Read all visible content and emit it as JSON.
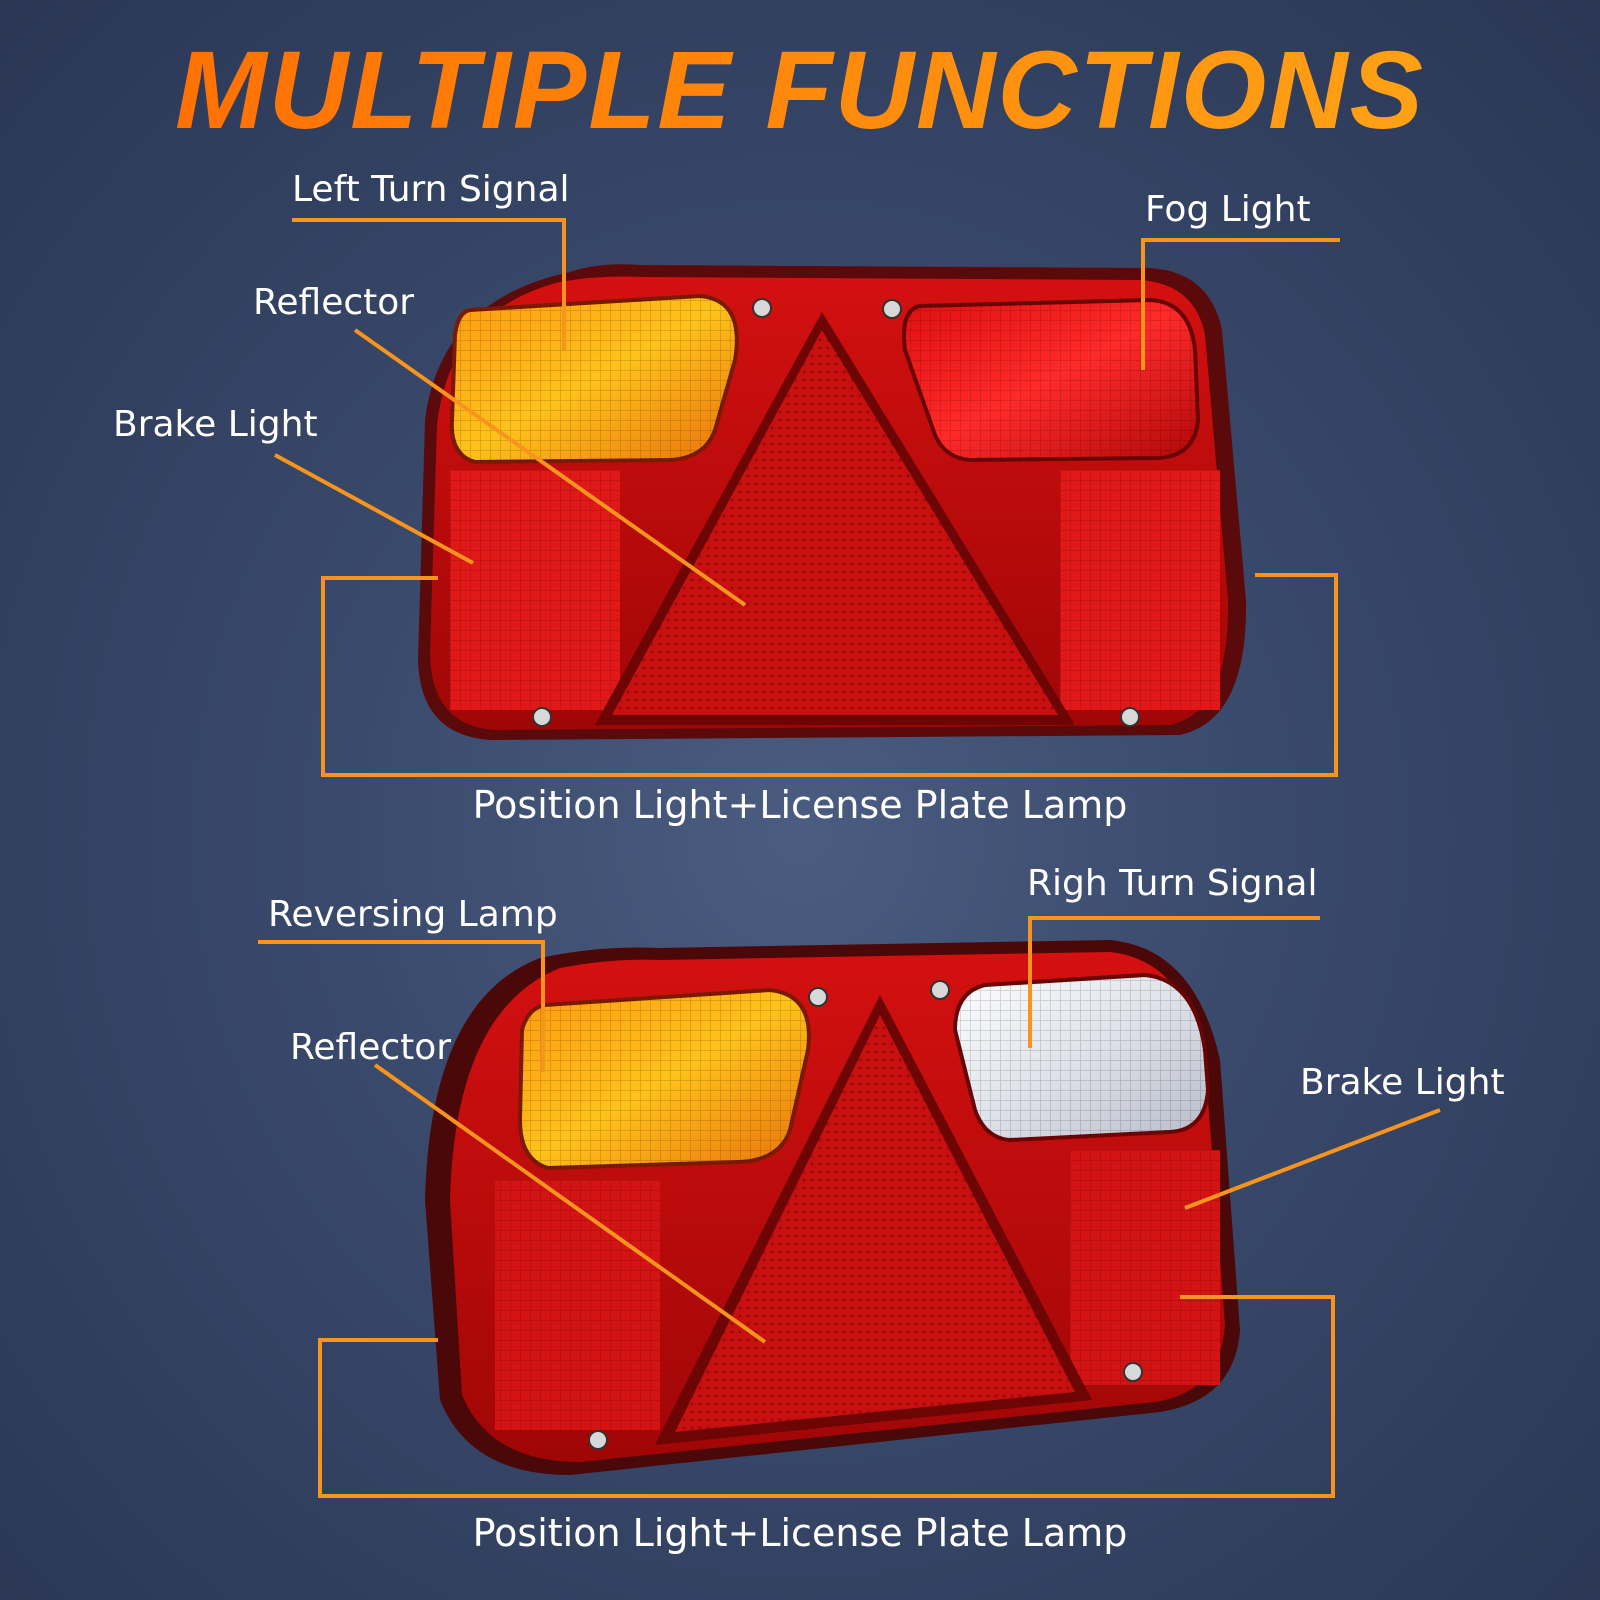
{
  "title": "MULTIPLE FUNCTIONS",
  "accent_color": "#f7941d",
  "top_lamp": {
    "labels": {
      "left_turn_signal": "Left Turn Signal",
      "fog_light": "Fog Light",
      "reflector": "Reflector",
      "brake_light": "Brake Light"
    },
    "caption": "Position Light+License Plate Lamp"
  },
  "bottom_lamp": {
    "labels": {
      "reversing_lamp": "Reversing Lamp",
      "right_turn_signal": "Righ Turn Signal",
      "reflector": "Reflector",
      "brake_light": "Brake Light"
    },
    "caption": "Position Light+License Plate Lamp"
  }
}
